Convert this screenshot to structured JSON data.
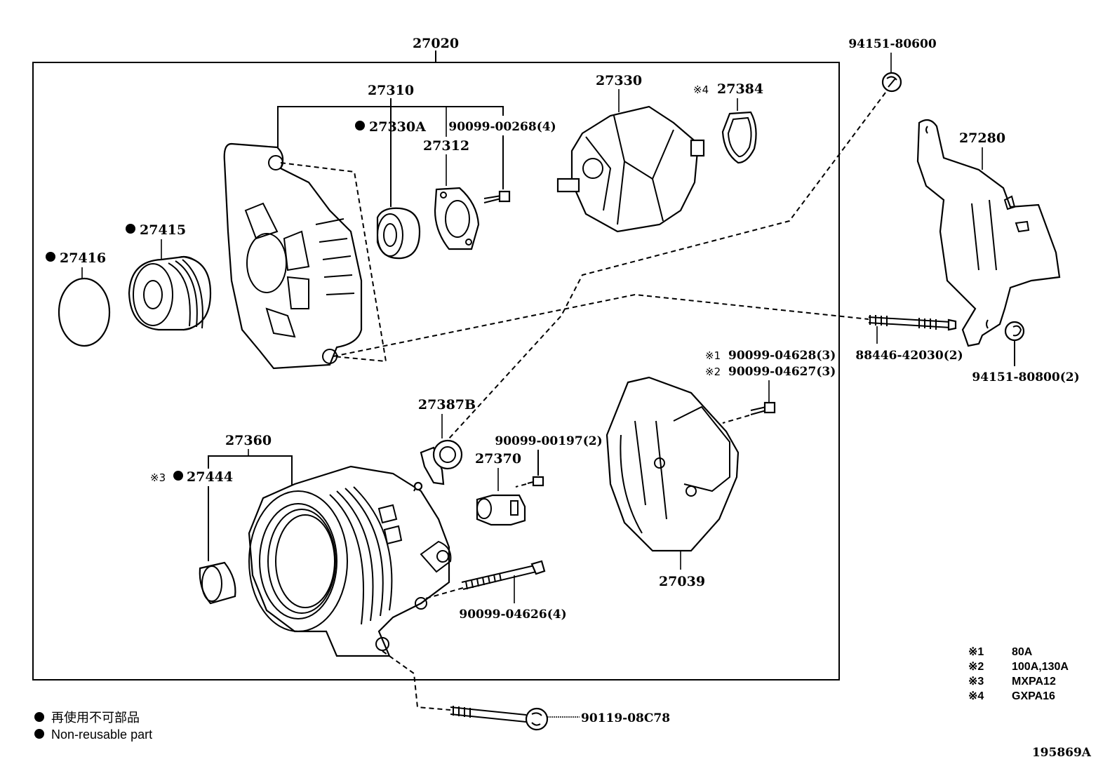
{
  "diagram": {
    "type": "exploded-parts-diagram",
    "colors": {
      "line": "#000000",
      "background": "#ffffff"
    },
    "assembly_label": "27020",
    "parts": {
      "p27020": "27020",
      "p27310": "27310",
      "p27330A": "27330A",
      "p27312": "27312",
      "p90099_00268": "90099-00268(4)",
      "p27330": "27330",
      "p27384": "27384",
      "p27384_note": "※4",
      "p94151_80600": "94151-80600",
      "p27280": "27280",
      "p27415": "27415",
      "p27416": "27416",
      "p88446_42030": "88446-42030(2)",
      "p94151_80800": "94151-80800(2)",
      "p90099_04628": "90099-04628(3)",
      "p90099_04628_note": "※1",
      "p90099_04627": "90099-04627(3)",
      "p90099_04627_note": "※2",
      "p27387B": "27387B",
      "p90099_00197": "90099-00197(2)",
      "p27370": "27370",
      "p27360": "27360",
      "p27444": "27444",
      "p27444_note": "※3",
      "p27039": "27039",
      "p90099_04626": "90099-04626(4)",
      "p90119_08C78": "90119-08C78"
    },
    "notes": [
      {
        "mark": "※1",
        "text": "80A"
      },
      {
        "mark": "※2",
        "text": "100A,130A"
      },
      {
        "mark": "※3",
        "text": "MXPA12"
      },
      {
        "mark": "※4",
        "text": "GXPA16"
      }
    ],
    "legend": {
      "japanese": "再使用不可部品",
      "english": "Non-reusable part"
    },
    "figure_id": "195869A"
  }
}
